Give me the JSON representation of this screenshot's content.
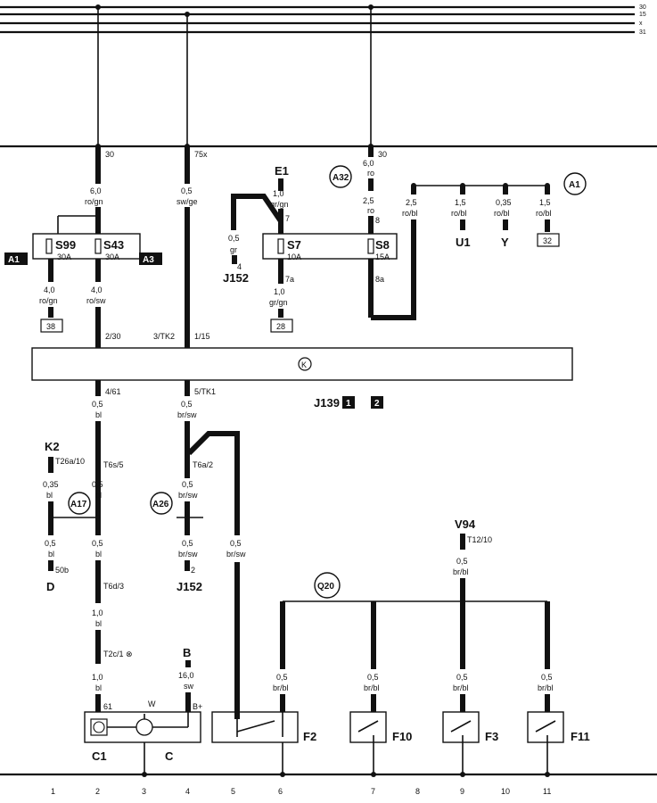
{
  "rails": [
    "30",
    "15",
    "x",
    "31"
  ],
  "wires": {
    "w30_top": "30",
    "w75x_top": "75x",
    "w30_right": "30",
    "s99_in": [
      "6,0",
      "ro/gn"
    ],
    "s43_j152": [
      "0,5",
      "sw/ge"
    ],
    "e1": [
      "1,0",
      "gr/gn"
    ],
    "e1_term": "7",
    "j152_left": [
      "0,5",
      "gr"
    ],
    "j152_left_term": "4",
    "s8_in": [
      "6,0",
      "ro"
    ],
    "s8_mid": [
      "2,5",
      "ro"
    ],
    "s8_term": "8",
    "a1_w1": [
      "2,5",
      "ro/bl"
    ],
    "a1_w2": [
      "1,5",
      "ro/bl"
    ],
    "a1_w3": [
      "0,35",
      "ro/bl"
    ],
    "a1_w4": [
      "1,5",
      "ro/bl"
    ],
    "s99_out": [
      "4,0",
      "ro/gn"
    ],
    "s43_out": [
      "4,0",
      "ro/sw"
    ],
    "s7_out_term": "7a",
    "s7_out": [
      "1,0",
      "gr/gn"
    ],
    "s8_out_term": "8a",
    "conn_2_30": "2/30",
    "conn_3_tk2": "3/TK2",
    "conn_1_15": "1/15",
    "conn_4_61": "4/61",
    "conn_5_tk1": "5/TK1",
    "w4_61": [
      "0,5",
      "bl"
    ],
    "w5_tk1": [
      "0,5",
      "br/sw"
    ],
    "k2_term": "T26a/10",
    "t6s": "T6s/5",
    "k2_w": [
      "0,35",
      "bl"
    ],
    "t6s_w": [
      "0,5",
      "bl"
    ],
    "t6a": "T6a/2",
    "t6a_w": [
      "0,5",
      "br/sw"
    ],
    "d_w": [
      "0,5",
      "bl"
    ],
    "d_term": "50b",
    "c_w1": [
      "0,5",
      "bl"
    ],
    "t6d": "T6d/3",
    "j152b_w": [
      "0,5",
      "br/sw"
    ],
    "j152b_term": "2",
    "f2_feed": [
      "0,5",
      "br/sw"
    ],
    "c_w2": [
      "1,0",
      "bl"
    ],
    "t2c": "T2c/1 ⊗",
    "c_w3": [
      "1,0",
      "bl"
    ],
    "b_w": [
      "16,0",
      "sw"
    ],
    "v94_term": "T12/10",
    "v94_w": [
      "0,5",
      "br/bl"
    ],
    "f_w1": [
      "0,5",
      "br/bl"
    ],
    "f_w2": [
      "0,5",
      "br/bl"
    ],
    "f_w3": [
      "0,5",
      "br/bl"
    ],
    "f_w4": [
      "0,5",
      "br/bl"
    ],
    "c_term_61": "61",
    "c_term_w": "W",
    "c_term_b": "B+"
  },
  "components": {
    "s99": "S99",
    "s99_amp": "30A",
    "s43": "S43",
    "s43_amp": "30A",
    "s7": "S7",
    "s7_amp": "10A",
    "s8": "S8",
    "s8_amp": "15A",
    "e1": "E1",
    "j152_a": "J152",
    "j152_b": "J152",
    "u1": "U1",
    "y": "Y",
    "ref_38": "38",
    "ref_28": "28",
    "ref_32": "32",
    "panel_k": "K",
    "j139": "J139",
    "j139_ref1": "1",
    "j139_ref2": "2",
    "k2": "K2",
    "d": "D",
    "b": "B",
    "v94": "V94",
    "c1": "C1",
    "c": "C",
    "f2": "F2",
    "f10": "F10",
    "f3": "F3",
    "f11": "F11",
    "box_a1_left": "A1",
    "box_a3": "A3"
  },
  "circles": {
    "a32": "A32",
    "a1": "A1",
    "a17": "A17",
    "a26": "A26",
    "q20": "Q20"
  },
  "columns": [
    "1",
    "2",
    "3",
    "4",
    "5",
    "6",
    "7",
    "8",
    "9",
    "10",
    "11"
  ]
}
